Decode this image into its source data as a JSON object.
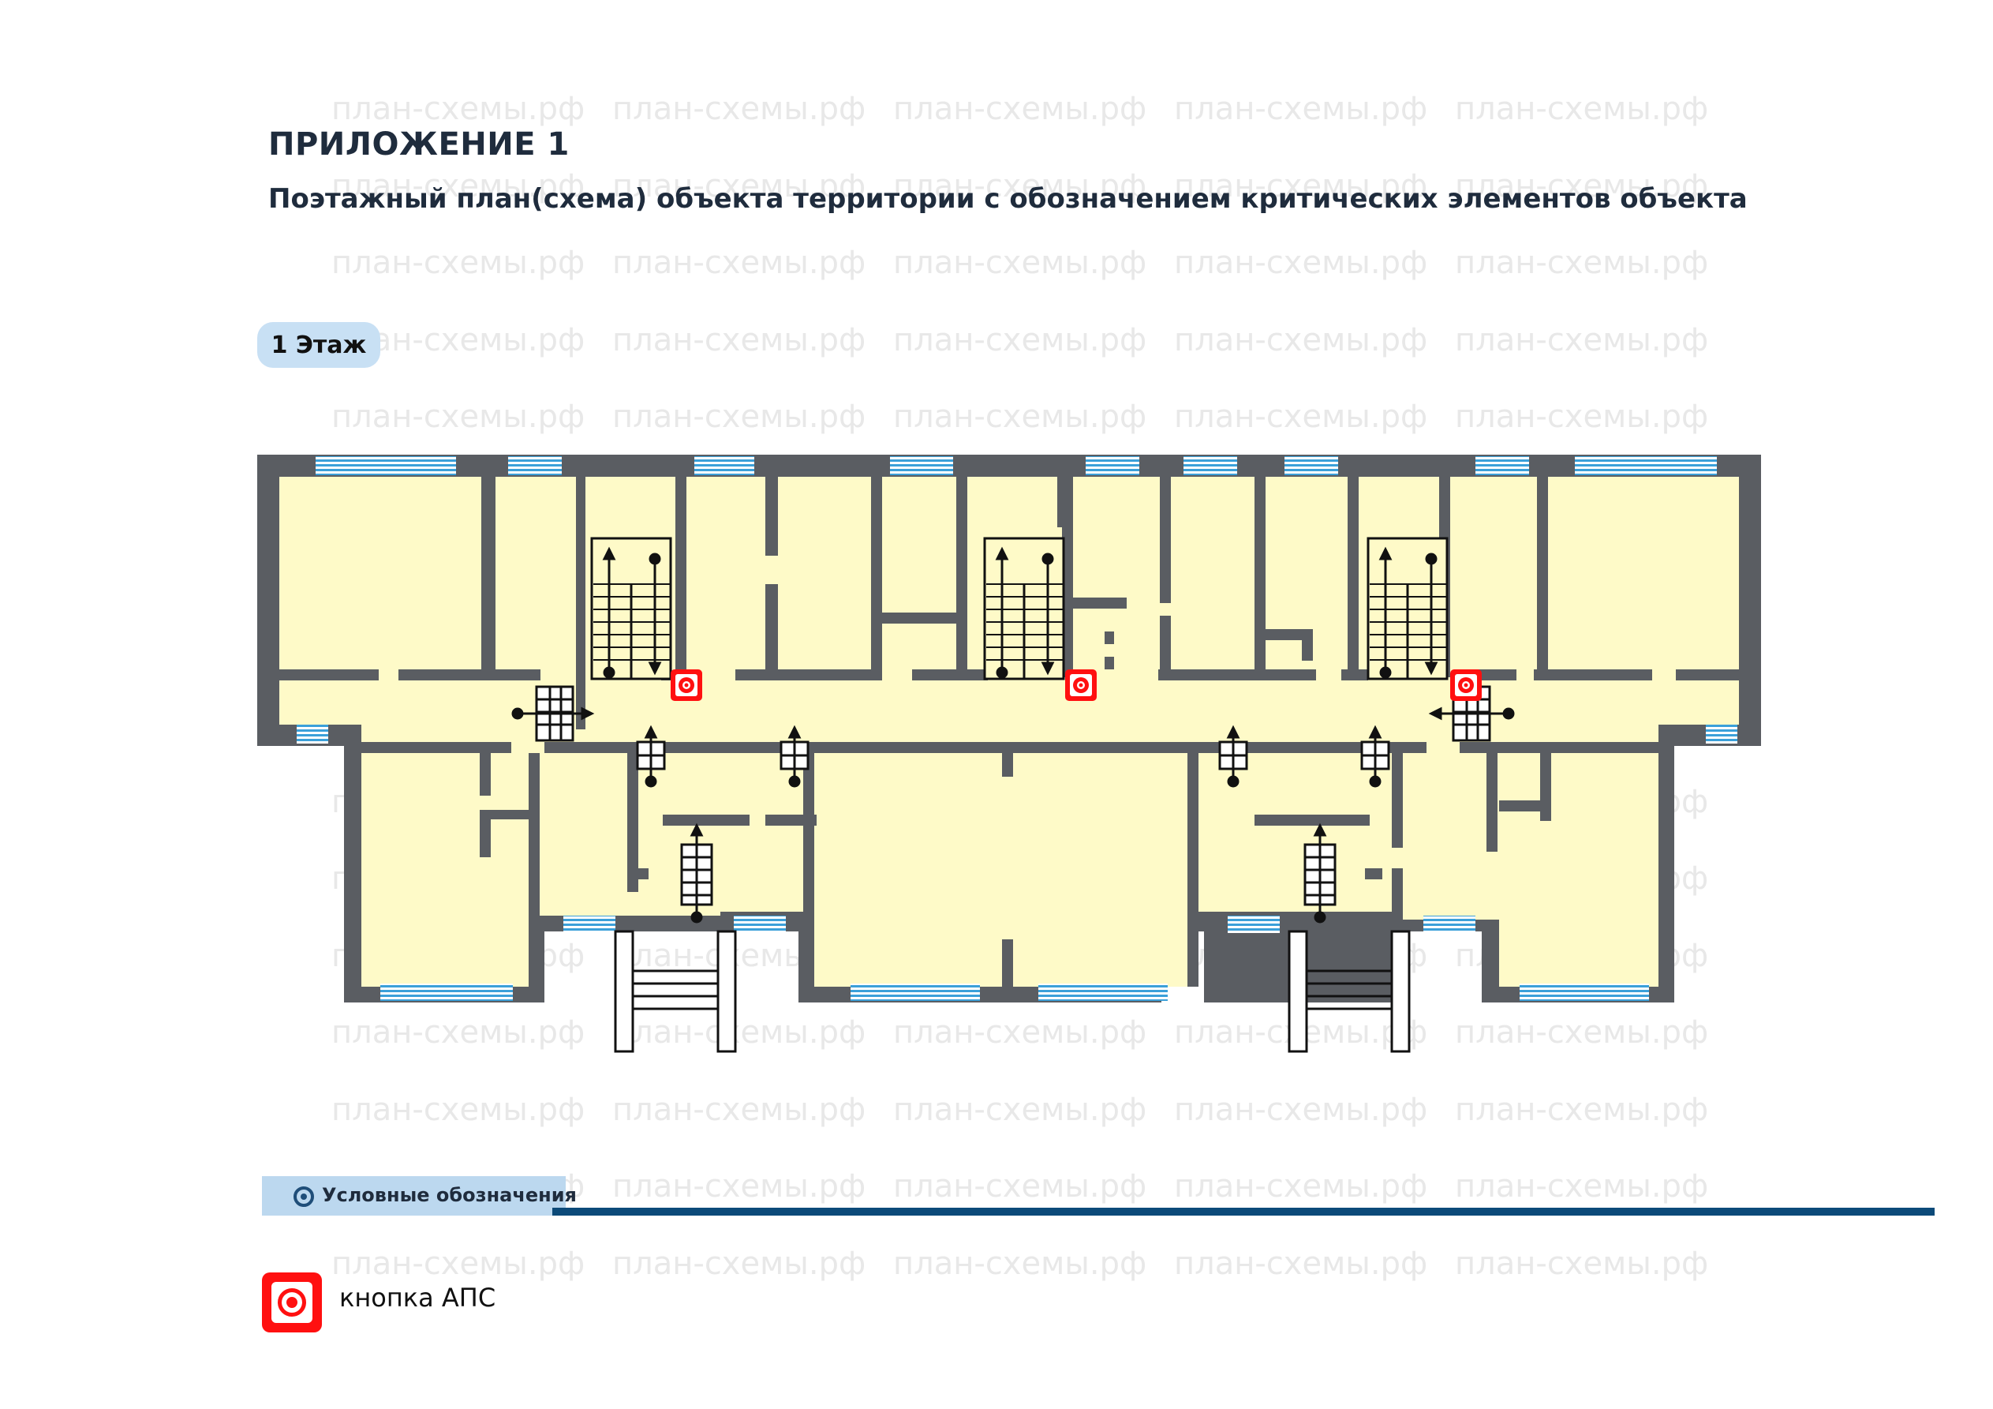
{
  "watermark": "план-схемы.рф",
  "title": "ПРИЛОЖЕНИЕ 1",
  "subtitle": "Поэтажный план(схема) объекта территории с обозначением критических элементов объекта",
  "floor_label": "1 Этаж",
  "legend": {
    "header": "Условные обозначения",
    "items": [
      {
        "icon": "aps-button-icon",
        "label": "кнопка  АПС"
      }
    ]
  },
  "colors": {
    "wall": "#5a5d62",
    "floor": "#fefac8",
    "window": "#3ba0d9",
    "aps": "#ff1010",
    "title": "#1f2c3d",
    "badge": "#c8e0f4",
    "legend_line": "#0c4a79"
  }
}
